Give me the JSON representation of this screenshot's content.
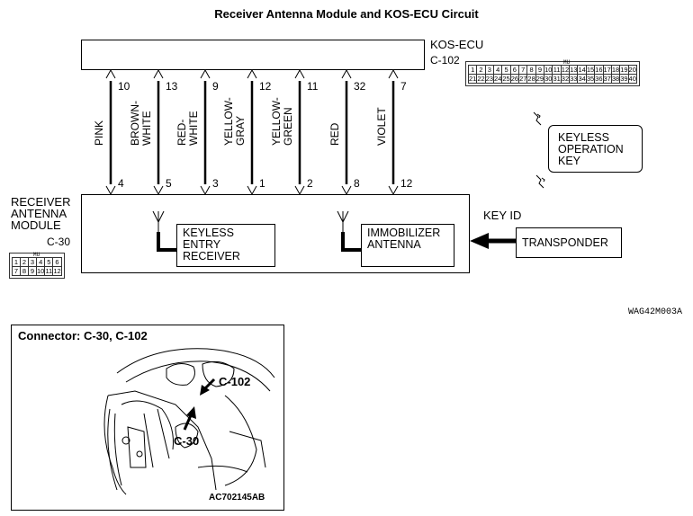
{
  "title": "Receiver Antenna  Module and KOS-ECU Circuit",
  "ecu": {
    "name": "KOS-ECU",
    "connector": "C-102",
    "connector_rows": [
      [
        "1",
        "2",
        "3",
        "4",
        "5",
        "6",
        "7",
        "8",
        "9",
        "10",
        "11",
        "12",
        "13",
        "14",
        "15",
        "16",
        "17",
        "18",
        "19",
        "20"
      ],
      [
        "21",
        "22",
        "23",
        "24",
        "25",
        "26",
        "27",
        "28",
        "29",
        "30",
        "31",
        "32",
        "33",
        "34",
        "35",
        "36",
        "37",
        "38",
        "39",
        "40"
      ]
    ],
    "connector_tag": "MU"
  },
  "wires": [
    {
      "ecu_pin": "10",
      "color": "PINK",
      "module_pin": "4"
    },
    {
      "ecu_pin": "13",
      "color": "BROWN-\nWHITE",
      "module_pin": "5"
    },
    {
      "ecu_pin": "9",
      "color": "RED-\nWHITE",
      "module_pin": "3"
    },
    {
      "ecu_pin": "12",
      "color": "YELLOW-\nGRAY",
      "module_pin": "1"
    },
    {
      "ecu_pin": "11",
      "color": "YELLOW-\nGREEN",
      "module_pin": "2"
    },
    {
      "ecu_pin": "32",
      "color": "RED",
      "module_pin": "8"
    },
    {
      "ecu_pin": "7",
      "color": "VIOLET",
      "module_pin": "12"
    }
  ],
  "module": {
    "name_lines": [
      "RECEIVER",
      "ANTENNA",
      "MODULE"
    ],
    "connector": "C-30",
    "connector_rows": [
      [
        "1",
        "2",
        "3",
        "4",
        "5",
        "6"
      ],
      [
        "7",
        "8",
        "9",
        "10",
        "11",
        "12"
      ]
    ],
    "connector_tag": "MU",
    "keyless_receiver": [
      "KEYLESS",
      "ENTRY",
      "RECEIVER"
    ],
    "immobilizer": [
      "IMMOBILIZER",
      "ANTENNA"
    ]
  },
  "key_id_label": "KEY ID",
  "transponder": "TRANSPONDER",
  "keyless_key": [
    "KEYLESS",
    "OPERATION",
    "KEY"
  ],
  "diagram_code": "WAG42M003A",
  "location": {
    "title": "Connector: C-30, C-102",
    "callout_c102": "C-102",
    "callout_c30": "C-30",
    "code": "AC702145AB"
  }
}
